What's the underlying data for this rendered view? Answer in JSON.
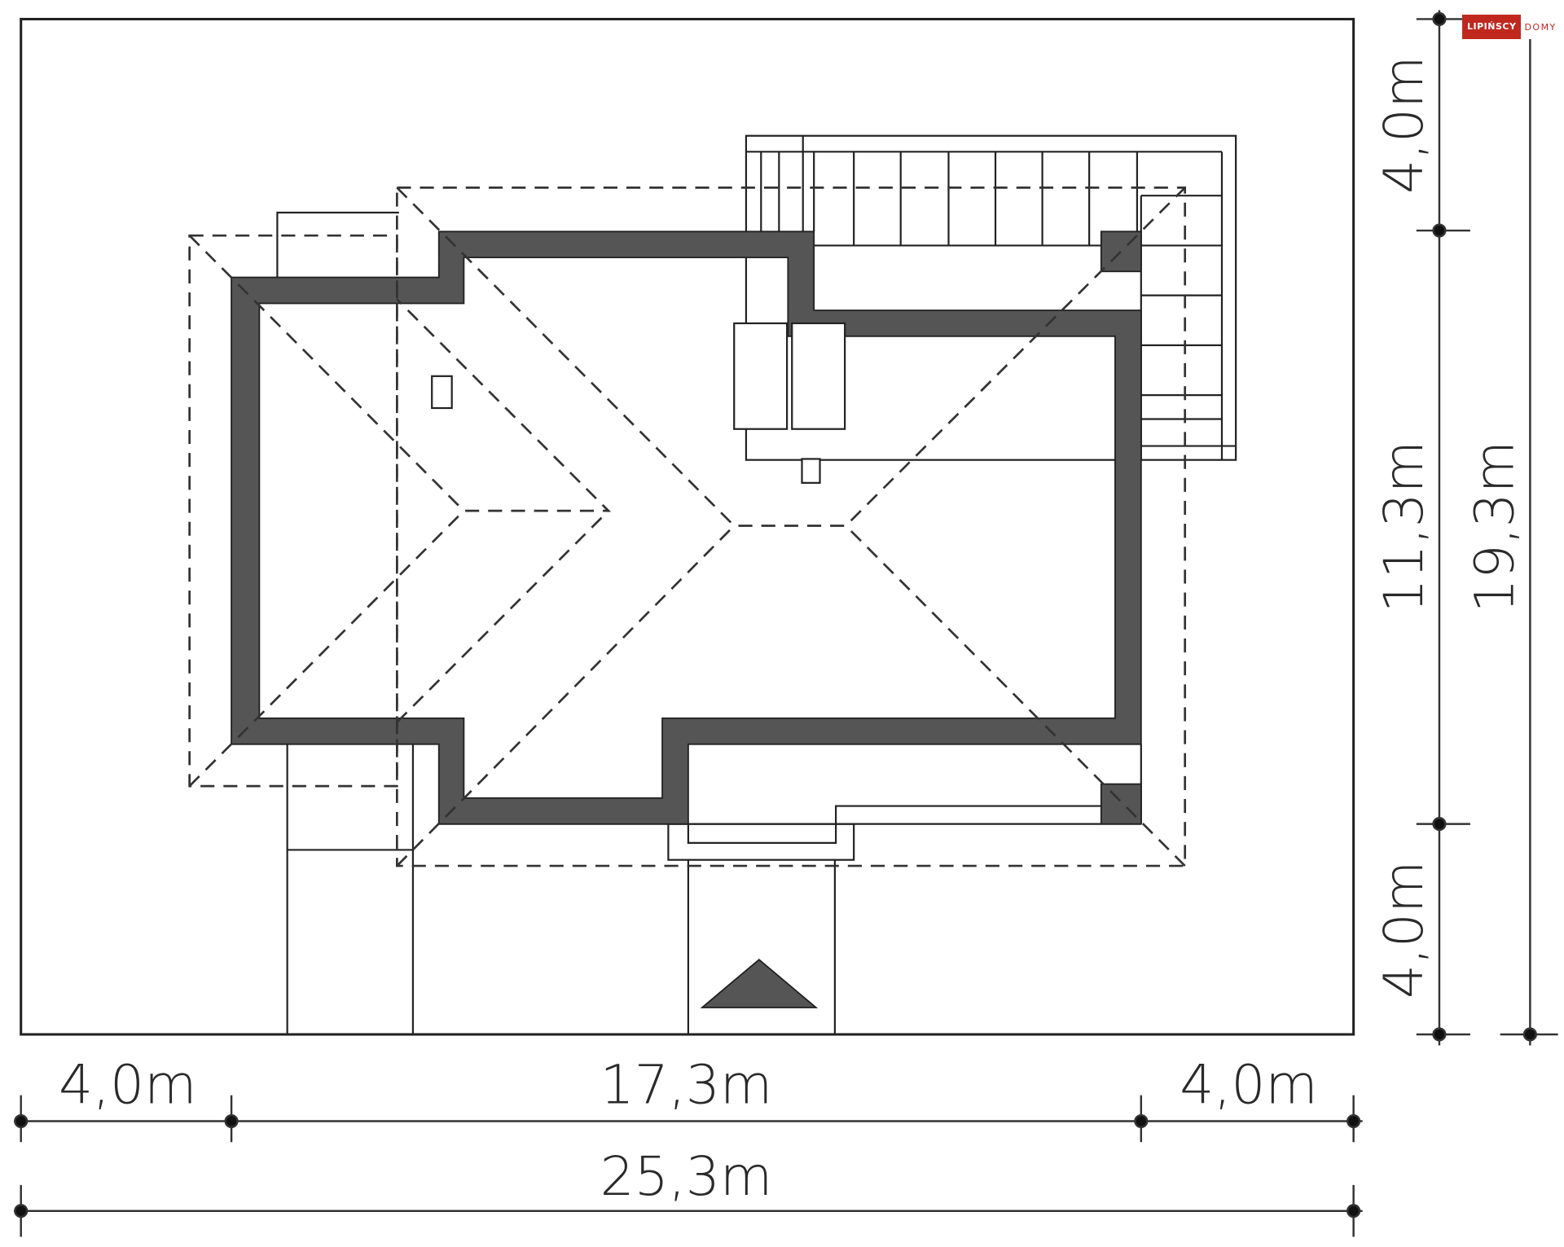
{
  "logo": {
    "brand_box": "LIPIŃSCY",
    "brand_text": "DOMY",
    "color": "#c0281e"
  },
  "colors": {
    "wall": "#555555",
    "line": "#222222",
    "background": "#ffffff"
  },
  "dimensions": {
    "horizontal": {
      "left_setback": "4,0m",
      "building_width": "17,3m",
      "right_setback": "4,0m",
      "total_width": "25,3m"
    },
    "vertical": {
      "top_setback": "4,0m",
      "building_depth": "11,3m",
      "bottom_setback": "4,0m",
      "total_depth": "19,3m"
    }
  },
  "entrance_marker": "entrance-arrow"
}
